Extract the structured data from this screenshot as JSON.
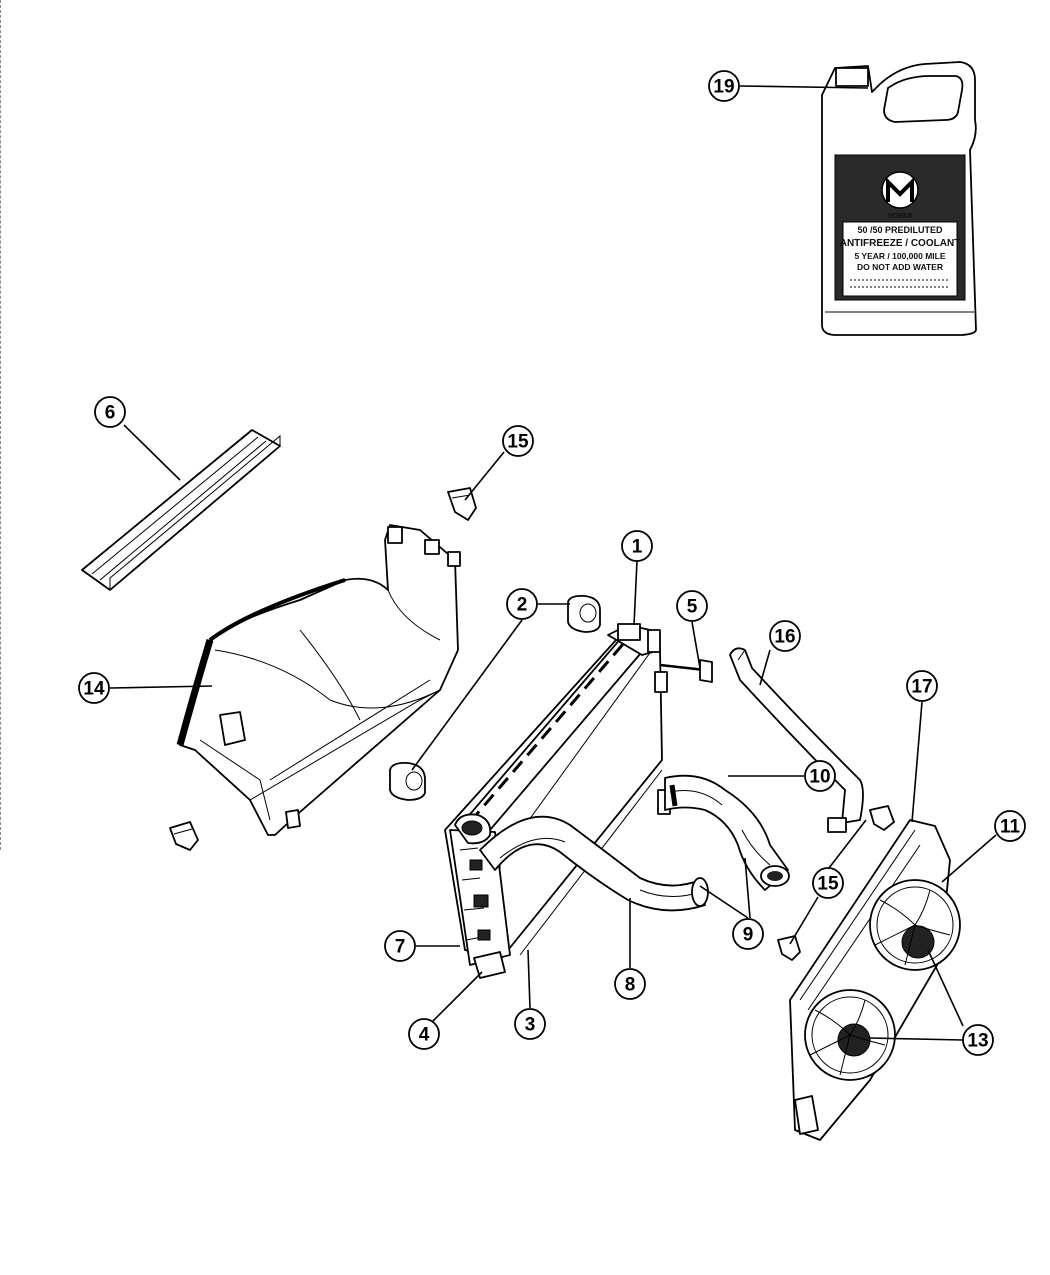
{
  "diagram": {
    "callouts": [
      {
        "num": "1"
      },
      {
        "num": "2"
      },
      {
        "num": "3"
      },
      {
        "num": "4"
      },
      {
        "num": "5"
      },
      {
        "num": "6"
      },
      {
        "num": "7"
      },
      {
        "num": "8"
      },
      {
        "num": "9"
      },
      {
        "num": "10"
      },
      {
        "num": "11"
      },
      {
        "num": "13"
      },
      {
        "num": "14"
      },
      {
        "num": "15"
      },
      {
        "num": "15"
      },
      {
        "num": "16"
      },
      {
        "num": "17"
      },
      {
        "num": "19"
      }
    ],
    "jug_label": {
      "brand": "MOPAR",
      "line1": "50 /50 PREDILUTED",
      "line2": "ANTIFREEZE / COOLANT",
      "line3": "5 YEAR / 100,000 MILE",
      "line4": "DO NOT ADD WATER"
    }
  }
}
